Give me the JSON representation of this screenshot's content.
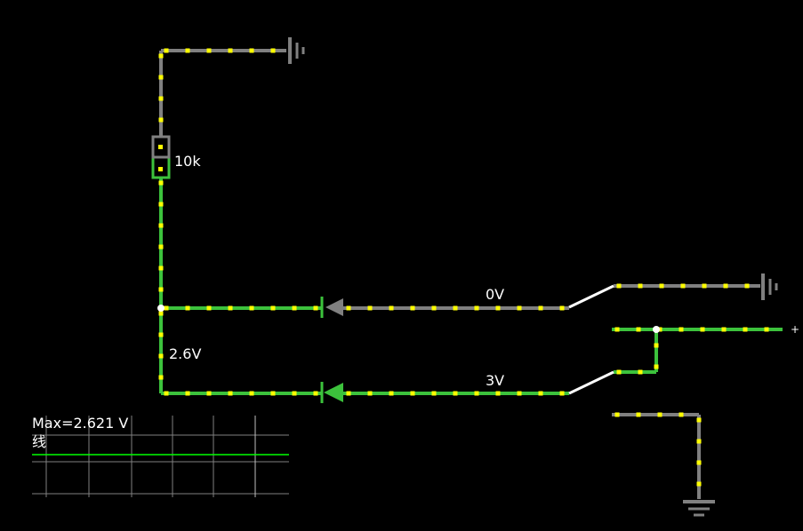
{
  "colors": {
    "background": "#000000",
    "wire_idle": "#808080",
    "wire_active": "#3cc23c",
    "current_dot": "#ffff00",
    "node": "#ffffff",
    "scope_grid": "#808080",
    "scope_trace": "#00ff00",
    "label": "#ffffff"
  },
  "circuit": {
    "resistor_label": "10k",
    "diode1_voltage_label": "0V",
    "diode2_voltage_label": "3V",
    "output_voltage_label": "2.6V",
    "rail_label": "+"
  },
  "scope": {
    "readout": "Max=2.621 V",
    "trace_label": "线"
  },
  "icons": {
    "ground": "ground-icon",
    "diode": "diode-icon",
    "switch": "switch-icon",
    "resistor": "resistor-icon"
  }
}
